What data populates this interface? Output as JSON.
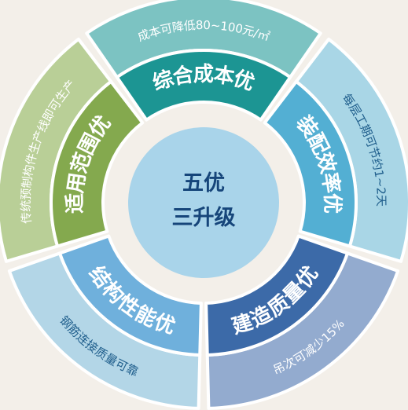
{
  "center": {
    "line1": "五优",
    "line2": "三升级",
    "color": "#a9d4ea",
    "text_color": "#16457a"
  },
  "segments": [
    {
      "title": "综合成本优",
      "detail": "成本可降低80~100元/㎡",
      "inner_color": "#1c9593",
      "outer_color": "#7cc3c2"
    },
    {
      "title": "装配效率优",
      "detail": "每层工期可节约1~2天",
      "inner_color": "#53afd3",
      "outer_color": "#a9d6e6"
    },
    {
      "title": "建造质量优",
      "detail": "吊次可减少15%",
      "inner_color": "#3c6aa8",
      "outer_color": "#93abcf"
    },
    {
      "title": "结构性能优",
      "detail": "钢筋连接质量可靠",
      "inner_color": "#6fb0dc",
      "outer_color": "#b3d6e7"
    },
    {
      "title": "适用范围优",
      "detail": "传统预制构件生产线即可生产",
      "inner_color": "#84a94e",
      "outer_color": "#b9cf97"
    }
  ]
}
